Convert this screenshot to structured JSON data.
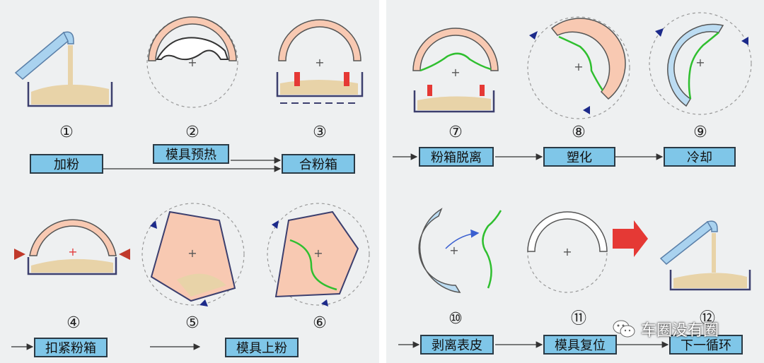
{
  "steps": [
    {
      "num": "①",
      "label": "加粉"
    },
    {
      "num": "②",
      "label": "模具预热"
    },
    {
      "num": "③",
      "label": "合粉箱"
    },
    {
      "num": "④",
      "label": "扣紧粉箱"
    },
    {
      "num": "⑤",
      "label": ""
    },
    {
      "num": "⑥",
      "label": "模具上粉"
    },
    {
      "num": "⑦",
      "label": "粉箱脱离"
    },
    {
      "num": "⑧",
      "label": "塑化"
    },
    {
      "num": "⑨",
      "label": "冷却"
    },
    {
      "num": "⑩",
      "label": "剥离表皮"
    },
    {
      "num": "⑪",
      "label": "模具复位"
    },
    {
      "num": "⑫",
      "label": "下一循环"
    }
  ],
  "watermark": {
    "text": "车圈没有圈"
  },
  "colors": {
    "label_fill": "#7fc6e8",
    "panel_bg": "#eef0f1",
    "mold_hot": "#f8c9b2",
    "mold_heat_lines": "#e23a3a",
    "mold_cool": "#bcdcf2",
    "powder": "#e8d3a8",
    "skin": "#2fbf2f",
    "arrow_red": "#e53935"
  }
}
